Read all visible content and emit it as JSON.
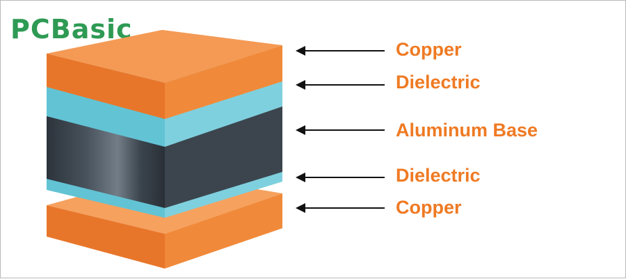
{
  "brand": {
    "name": "PCBasic",
    "accent": "#2e9a54"
  },
  "layers": [
    {
      "label": "Copper",
      "color": "#ef8433"
    },
    {
      "label": "Dielectric",
      "color": "#6cc9d9"
    },
    {
      "label": "Aluminum Base",
      "color": "#3e4853"
    },
    {
      "label": "Dielectric",
      "color": "#6cc9d9"
    },
    {
      "label": "Copper",
      "color": "#ef8433"
    }
  ],
  "label_color": "#ef7a23",
  "arrow_color": "#111111"
}
